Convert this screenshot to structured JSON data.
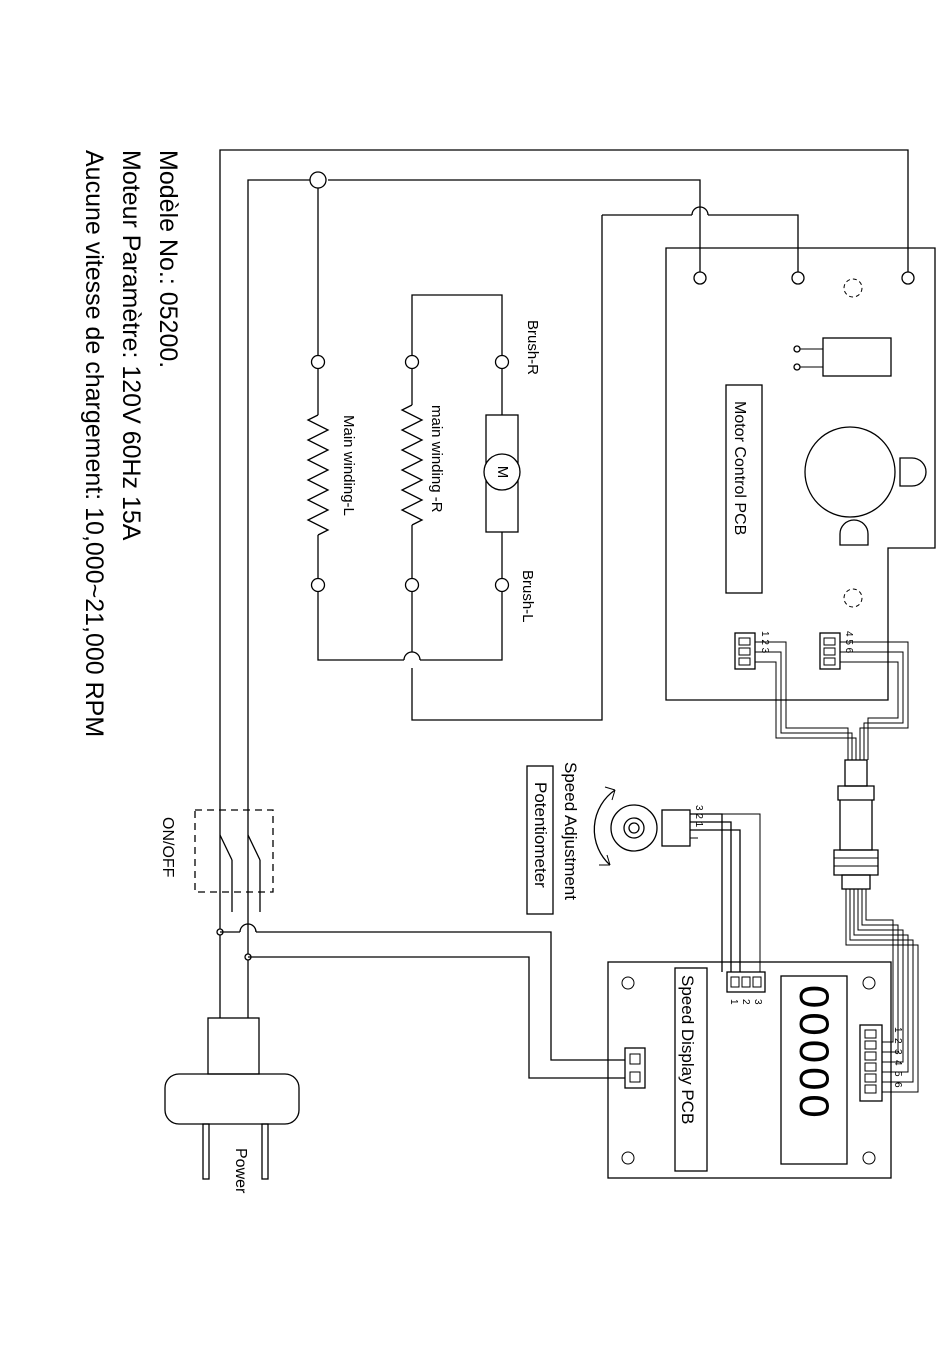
{
  "specs": {
    "model": "Modèle No.:  05200.",
    "motor": "Moteur Paramètre:  120V 60Hz 15A",
    "speed": "Aucune vitesse de chargement: 10,000~21,000 RPM"
  },
  "labels": {
    "brush_r": "Brush-R",
    "brush_l": "Brush-L",
    "motor_symbol": "M",
    "main_winding_r": "main winding -R",
    "main_winding_l": "Main winding-L",
    "motor_control_pcb": "Motor Control PCB",
    "speed_adjustment": "Speed Adjustment",
    "potentiometer": "Potentiometer",
    "on_off": "ON/OFF",
    "power": "Power",
    "speed_display_pcb": "Speed Display PCB",
    "display_digits": "00000"
  },
  "pins": {
    "mc_123": "1 2 3",
    "mc_456": "4 5 6",
    "pot": "3 2 1",
    "disp_pot": [
      "1",
      "2",
      "3"
    ],
    "disp_six": [
      "1",
      "2",
      "3",
      "4",
      "5",
      "6"
    ]
  }
}
